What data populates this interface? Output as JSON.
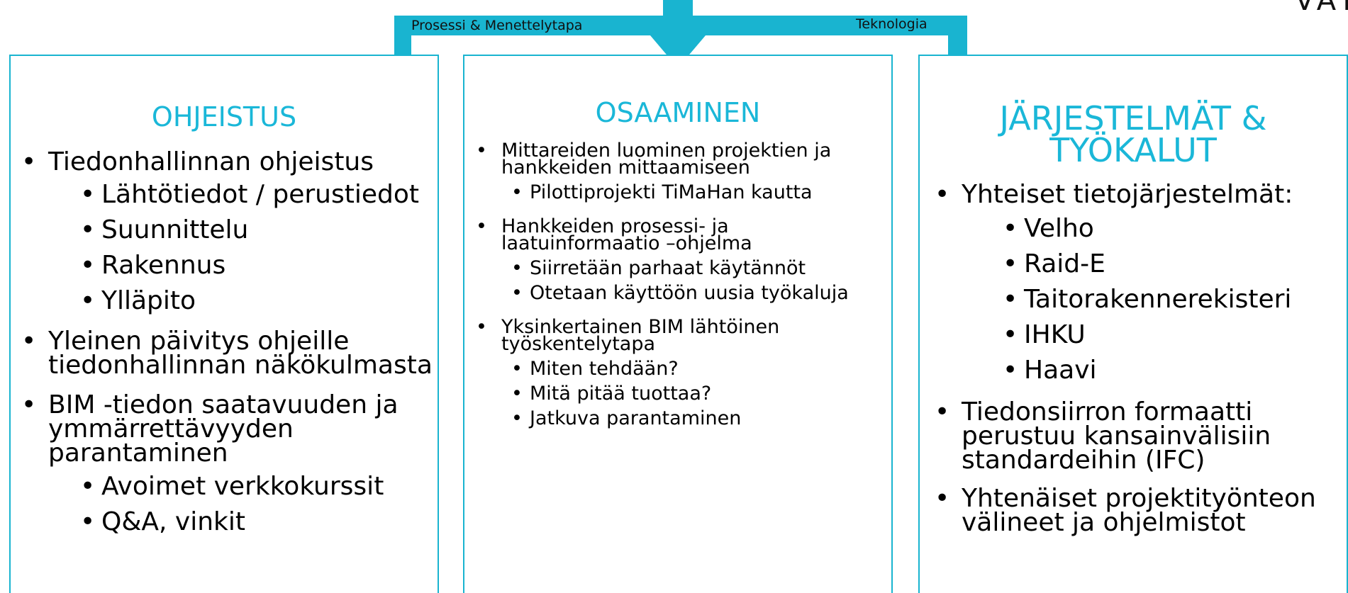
{
  "logo": {
    "text": "VÄYLÄ"
  },
  "connector": {
    "color": "#19b4d0",
    "left_label": "Prosessi & Menettelytapa",
    "right_label": "Teknologia"
  },
  "panels": [
    {
      "title": "OHJEISTUS",
      "items": [
        {
          "text": "Tiedonhallinnan ohjeistus",
          "sub": [
            "Lähtötiedot / perustiedot",
            "Suunnittelu",
            "Rakennus",
            "Ylläpito"
          ]
        },
        {
          "text": "Yleinen päivitys ohjeille tiedonhallinnan näkökulmasta",
          "sub": []
        },
        {
          "text": "BIM -tiedon saatavuuden ja ymmärrettävyyden parantaminen",
          "sub": [
            "Avoimet verkkokurssit",
            "Q&A, vinkit"
          ]
        }
      ]
    },
    {
      "title": "OSAAMINEN",
      "items": [
        {
          "text": "Mittareiden luominen projektien ja hankkeiden mittaamiseen",
          "sub": [
            "Pilottiprojekti TiMaHan kautta"
          ]
        },
        {
          "text": "Hankkeiden prosessi- ja laatuinformaatio –ohjelma",
          "sub": [
            "Siirretään parhaat käytännöt",
            "Otetaan käyttöön uusia työkaluja"
          ]
        },
        {
          "text": "Yksinkertainen BIM lähtöinen työskentelytapa",
          "sub": [
            "Miten tehdään?",
            "Mitä pitää tuottaa?",
            "Jatkuva parantaminen"
          ]
        }
      ]
    },
    {
      "title": "JÄRJESTELMÄT &\nTYÖKALUT",
      "items": [
        {
          "text": "Yhteiset tietojärjestelmät:",
          "sub": [
            "Velho",
            "Raid-E",
            "Taitorakennerekisteri",
            "IHKU",
            "Haavi"
          ]
        },
        {
          "text": "Tiedonsiirron formaatti perustuu kansainvälisiin standardeihin (IFC)",
          "sub": []
        },
        {
          "text": "Yhtenäiset projektityönteon välineet ja ohjelmistot",
          "sub": []
        }
      ]
    }
  ]
}
